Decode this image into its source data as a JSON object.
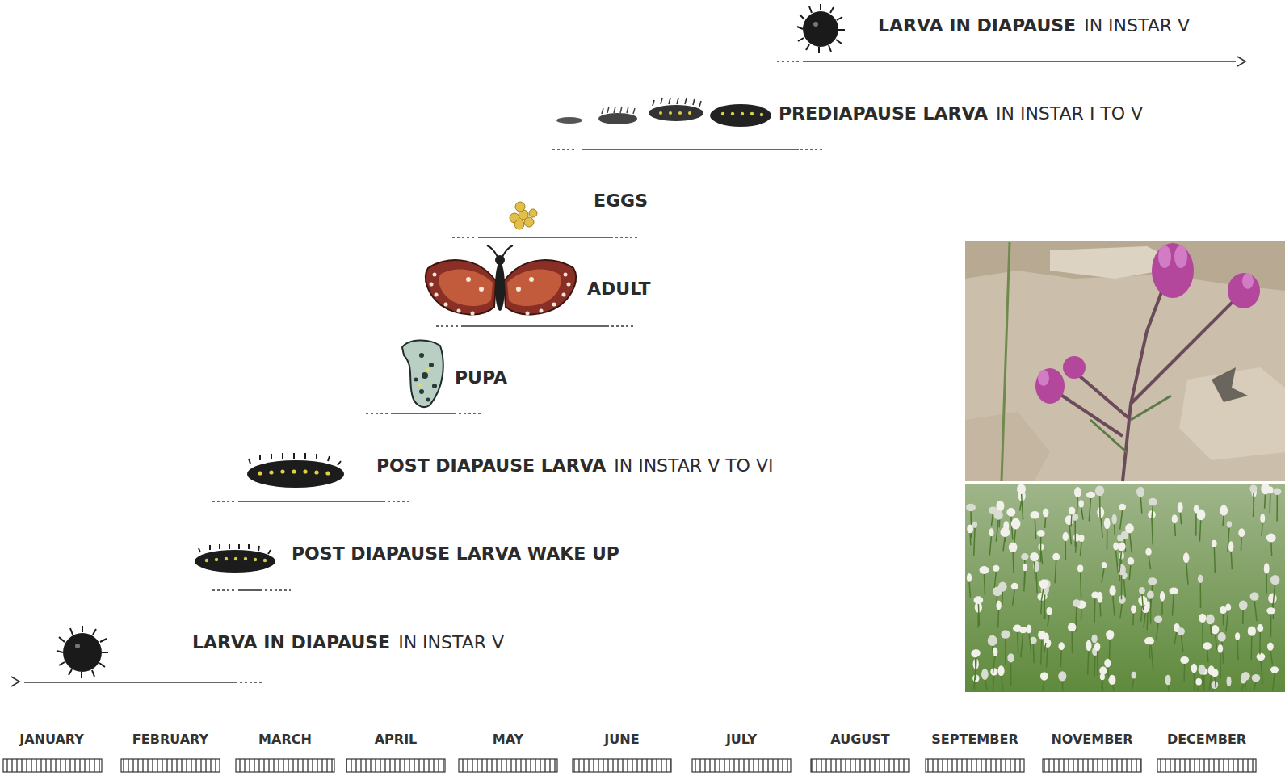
{
  "diagram": {
    "labels": [
      "LARVA IN DIAPAUSE",
      "IN INSTAR V",
      "PREDIAPAUSE LARVA",
      "IN INSTAR I TO V",
      "EGGS",
      "ADULT",
      "PUPA",
      "POST DIAPAUSE LARVA",
      "IN INSTAR V TO VI",
      "POST DIAPAUSE LARVA WAKE UP",
      "LARVA IN DIAPAUSE",
      "IN INSTAR V",
      "JANUARY",
      "FEBRUARY",
      "MARCH",
      "APRIL",
      "MAY",
      "JUNE",
      "JULY",
      "AUGUST",
      "SEPTEMBER",
      "NOVEMBER",
      "DECEMBER"
    ]
  }
}
